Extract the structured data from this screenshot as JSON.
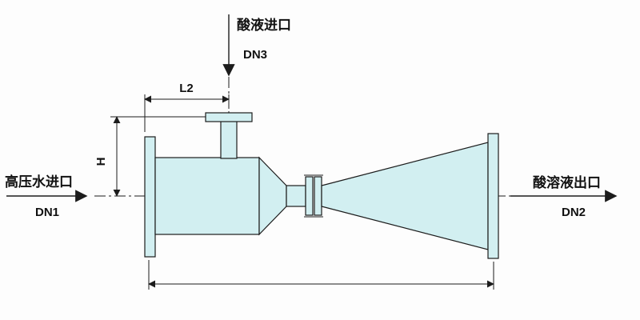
{
  "diagram": {
    "labels": {
      "top_inlet": "酸液进口",
      "top_inlet_dn": "DN3",
      "left_inlet": "高压水进口",
      "left_inlet_dn": "DN1",
      "right_outlet": "酸溶液出口",
      "right_outlet_dn": "DN2",
      "dim_length_top": "L2",
      "dim_height": "H"
    },
    "colors": {
      "body_fill": "#d2eff1",
      "stroke": "#1c1c1c",
      "background": "#fdfdfd"
    }
  }
}
